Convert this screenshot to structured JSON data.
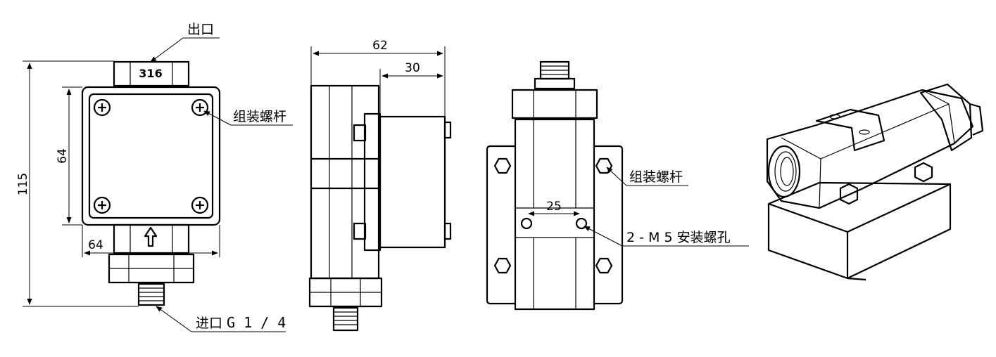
{
  "labels": {
    "outlet": "出口",
    "material": "316",
    "inlet_prefix": "进口",
    "inlet_thread": "G 1 / 4",
    "assembly_bolt_front": "组装螺杆",
    "assembly_bolt_back": "组装螺杆",
    "mount_holes": "2 - M 5 安装螺孔"
  },
  "dimensions": {
    "overall_height": "115",
    "box_height": "64",
    "box_width": "64",
    "side_total_depth": "62",
    "side_box_depth": "30",
    "hole_spacing": "25"
  },
  "colors": {
    "line": "#000000",
    "background": "#ffffff"
  },
  "icons": {
    "flow_direction": "up-arrow-icon",
    "screw": "cross-screw-icon"
  }
}
